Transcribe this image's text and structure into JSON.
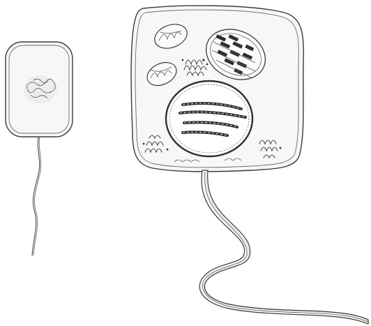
{
  "figure": {
    "background": "#ffffff",
    "ink": "#3a3a3a",
    "panels": [
      {
        "id": "prokaryotic-cell",
        "parts": [
          "cell-wall",
          "cytoplasm",
          "nucleoid",
          "flagellum"
        ]
      },
      {
        "id": "eukaryotic-cell",
        "parts": [
          "cell-membrane",
          "cytoplasm",
          "mitochondria",
          "chloroplast",
          "golgi-apparatus",
          "nucleus",
          "chromosomes",
          "endoplasmic-reticulum",
          "flagellum"
        ]
      }
    ]
  }
}
